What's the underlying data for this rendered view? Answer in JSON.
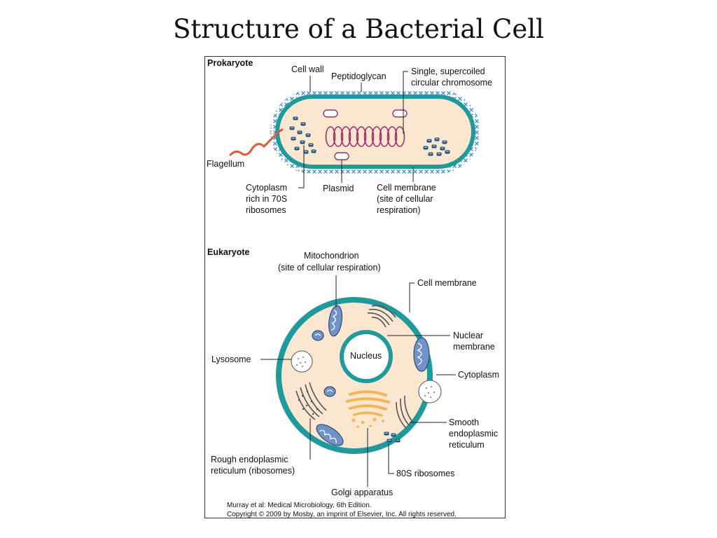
{
  "slide": {
    "title": "Structure of a Bacterial Cell"
  },
  "prokaryote": {
    "heading": "Prokaryote",
    "labels": {
      "cell_wall": "Cell wall",
      "peptidoglycan": "Peptidoglycan",
      "chromosome_1": "Single, supercoiled",
      "chromosome_2": "circular chromosome",
      "flagellum": "Flagellum",
      "cytoplasm_1": "Cytoplasm",
      "cytoplasm_2": "rich in 70S",
      "cytoplasm_3": "ribosomes",
      "plasmid": "Plasmid",
      "membrane_1": "Cell membrane",
      "membrane_2": "(site of cellular",
      "membrane_3": "respiration)"
    }
  },
  "eukaryote": {
    "heading": "Eukaryote",
    "labels": {
      "mito_1": "Mitochondrion",
      "mito_2": "(site of cellular respiration)",
      "cell_membrane": "Cell membrane",
      "nucleus": "Nucleus",
      "nuclear_1": "Nuclear",
      "nuclear_2": "membrane",
      "lysosome": "Lysosome",
      "cytoplasm": "Cytoplasm",
      "smooth_1": "Smooth",
      "smooth_2": "endoplasmic",
      "smooth_3": "reticulum",
      "rough_1": "Rough endoplasmic",
      "rough_2": "reticulum (ribosomes)",
      "ribosomes80": "80S ribosomes",
      "golgi": "Golgi apparatus"
    }
  },
  "caption": {
    "line1": "Murray et al: Medical Microbiology, 6th Edition.",
    "line2": "Copyright © 2009 by Mosby, an imprint of Elsevier, Inc. All rights reserved."
  },
  "colors": {
    "cytoplasm_fill": "#fbe6cf",
    "membrane": "#1f9a9c",
    "wall_cross": "#3b8fd0",
    "chromosome": "#a0306a",
    "flagellum": "#e05a3a",
    "ribosome": "#27557c",
    "mitochondrion": "#6f93c8",
    "golgi": "#f2b55a"
  }
}
